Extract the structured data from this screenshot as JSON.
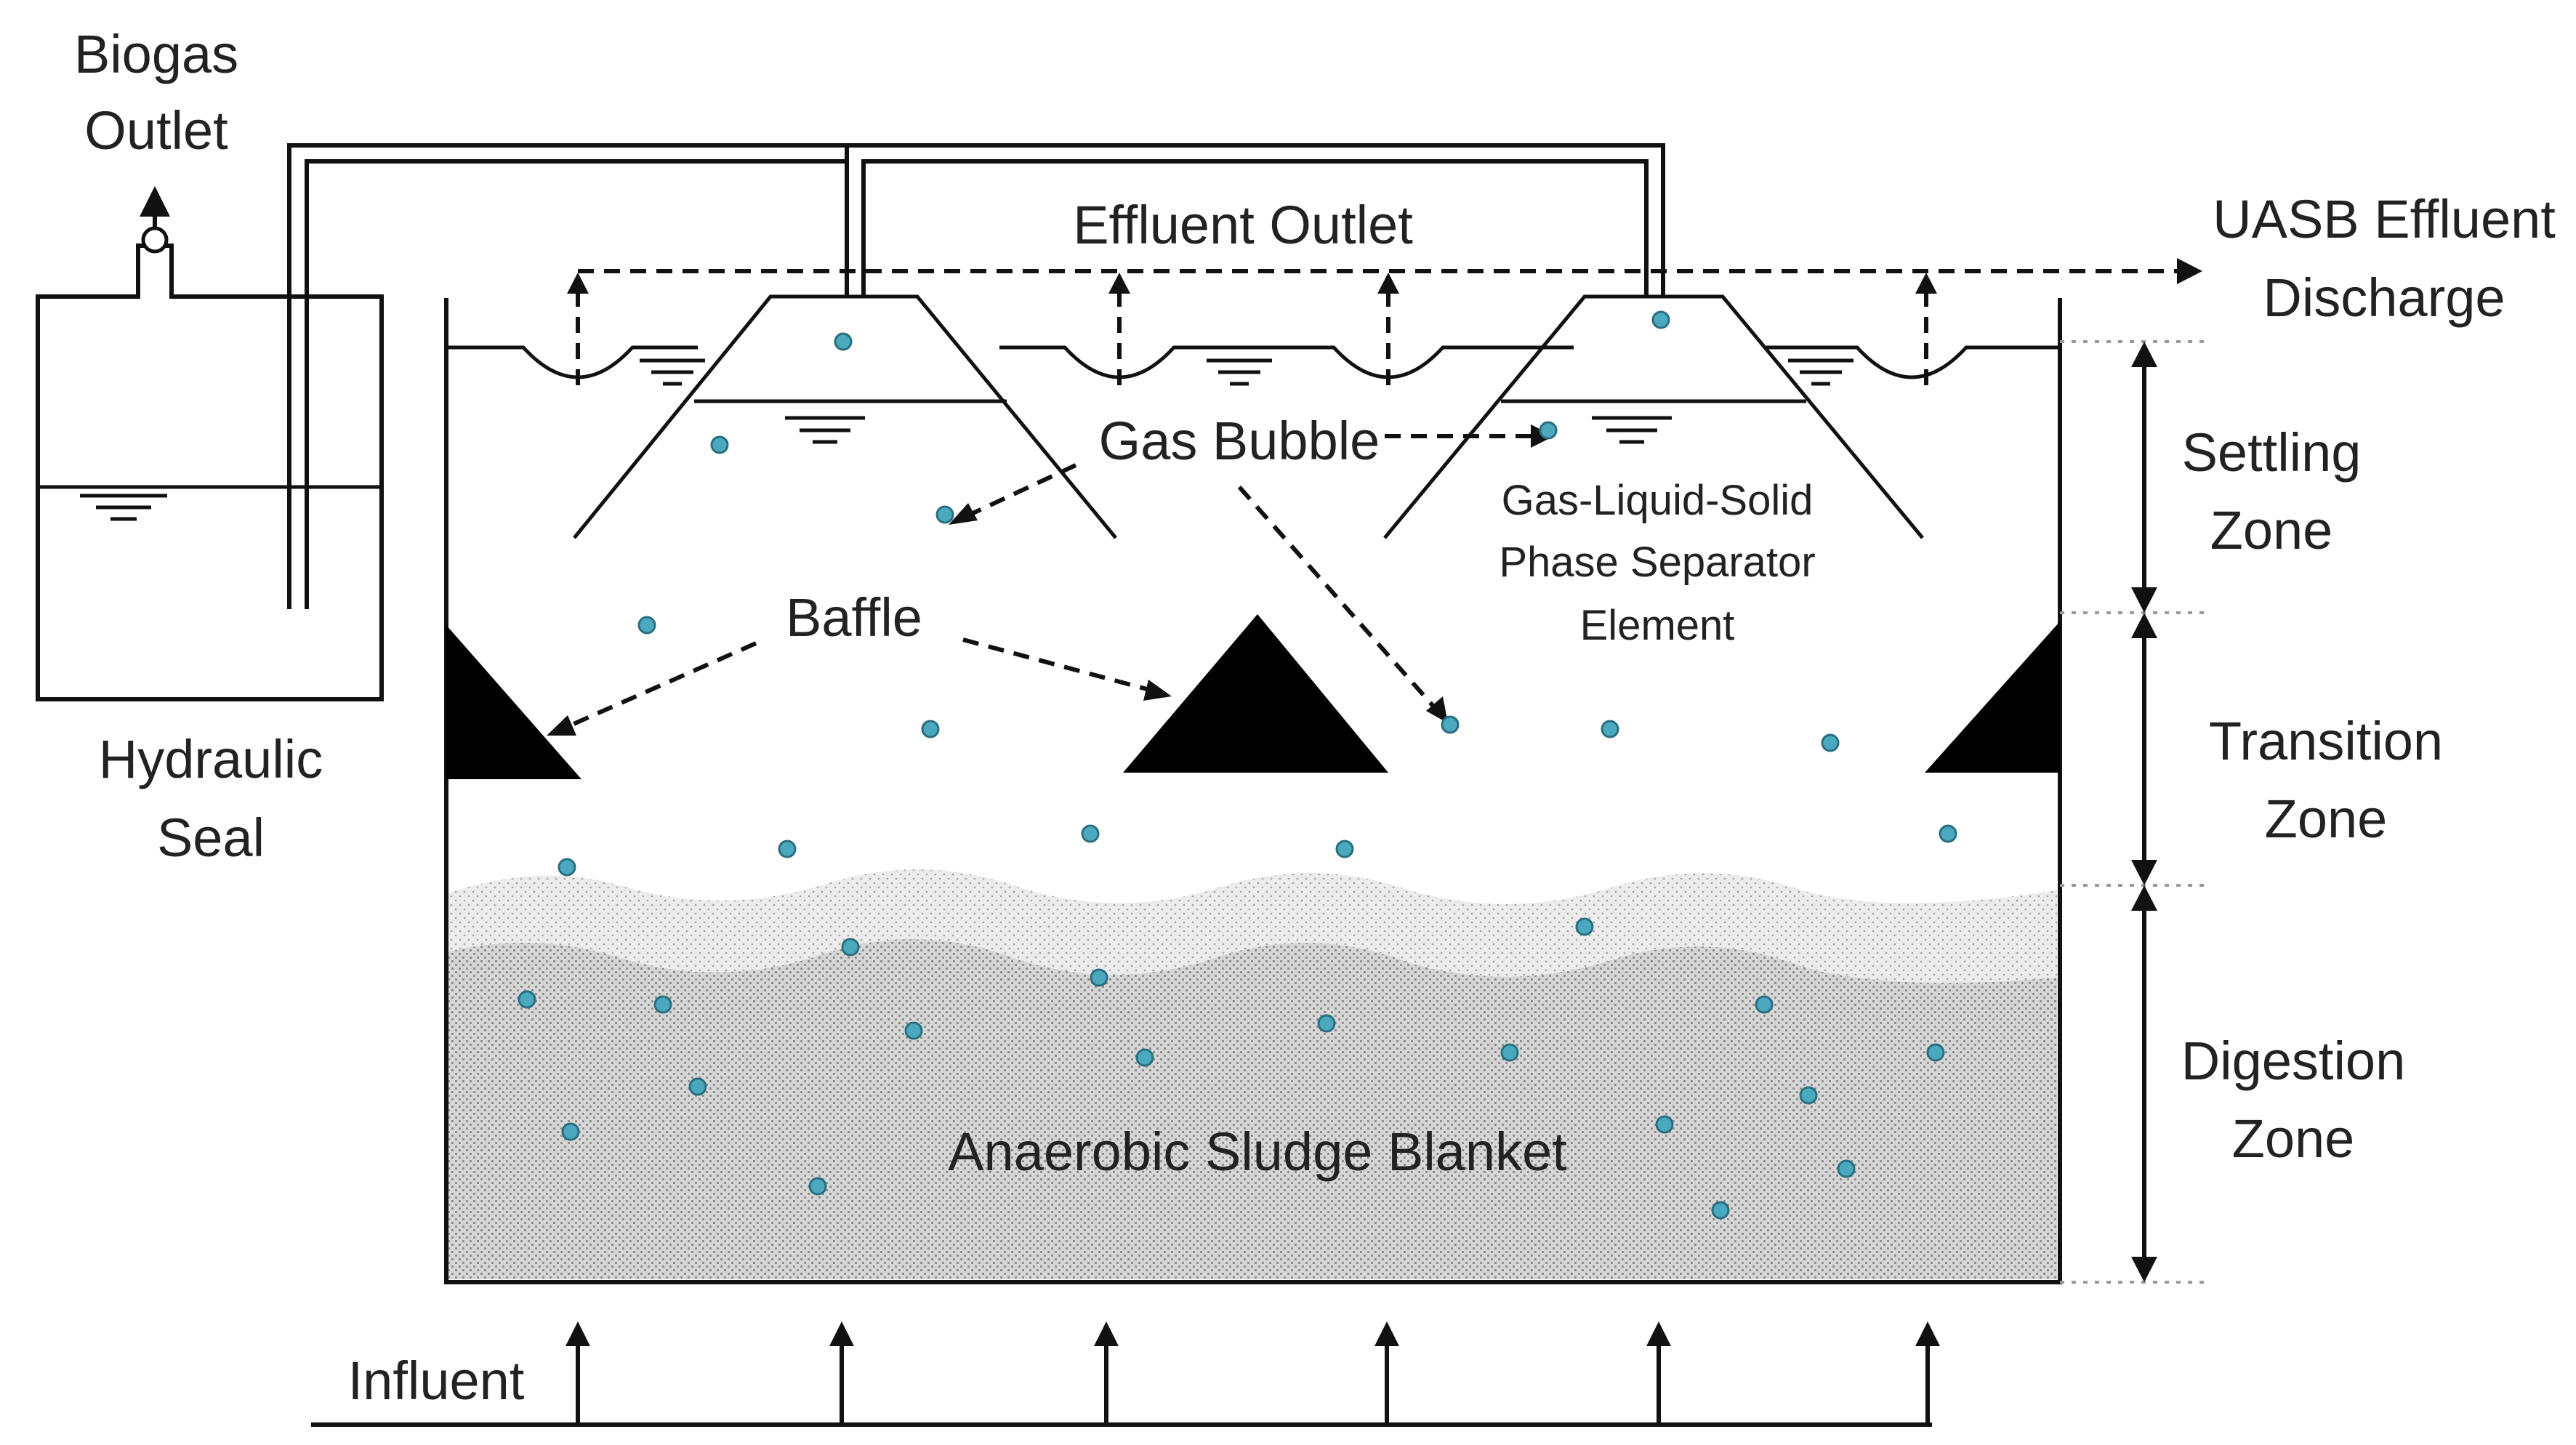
{
  "labels": {
    "biogas_outlet": [
      "Biogas",
      "Outlet"
    ],
    "hydraulic_seal": [
      "Hydraulic",
      "Seal"
    ],
    "effluent_outlet": "Effluent Outlet",
    "uasb_effluent_discharge": [
      "UASB Effluent",
      "Discharge"
    ],
    "gas_bubble": "Gas Bubble",
    "baffle": "Baffle",
    "separator": [
      "Gas-Liquid-Solid",
      "Phase Separator",
      "Element"
    ],
    "settling_zone": [
      "Settling",
      "Zone"
    ],
    "transition_zone": [
      "Transition",
      "Zone"
    ],
    "digestion_zone": [
      "Digestion",
      "Zone"
    ],
    "sludge_blanket": "Anaerobic Sludge Blanket",
    "influent": "Influent"
  },
  "colors": {
    "bubble": "#4aa8bf",
    "bubble_outline": "#2a6f80",
    "sludge": "#c8c8c8",
    "line": "#111111"
  }
}
